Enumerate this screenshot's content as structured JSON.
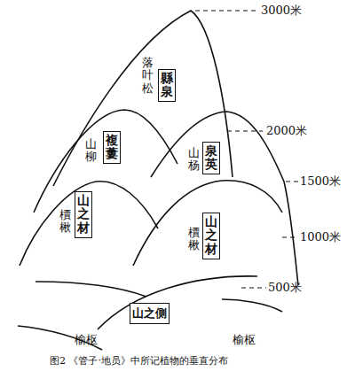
{
  "diagram": {
    "caption": "图2 《管子·地员》中所记植物的垂直分布",
    "nodes": [
      {
        "text": [
          "縣泉"
        ]
      },
      {
        "text": [
          "複蔞"
        ]
      },
      {
        "text": [
          "泉英"
        ]
      },
      {
        "text": [
          "山之材"
        ]
      },
      {
        "text": [
          "山之材"
        ]
      },
      {
        "text": [
          "山之側"
        ]
      }
    ],
    "labels": [
      "3000米",
      "落叶松",
      "2000米",
      "山柳",
      "山杨",
      "1500米",
      "檟楸",
      "1000米",
      "檟楸",
      "500米",
      "榆枢",
      "榆枢"
    ]
  }
}
